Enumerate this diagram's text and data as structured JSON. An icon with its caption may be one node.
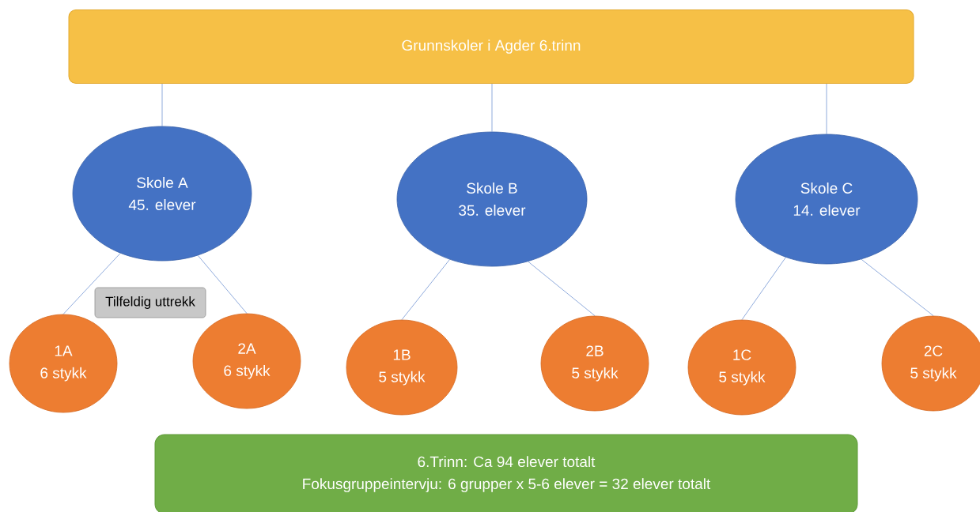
{
  "diagram": {
    "nodes": [
      {
        "text": [
          "Grunnskoler i Agder 6.trinn"
        ]
      },
      {
        "text": [
          "Skole A",
          "45. elever"
        ]
      },
      {
        "text": [
          "Skole B",
          "35. elever"
        ]
      },
      {
        "text": [
          "Skole C",
          "14. elever"
        ]
      },
      {
        "text": [
          "1A",
          "6 stykk"
        ]
      },
      {
        "text": [
          "2A",
          "6 stykk"
        ]
      },
      {
        "text": [
          "1B",
          "5 stykk"
        ]
      },
      {
        "text": [
          "2B",
          "5 stykk"
        ]
      },
      {
        "text": [
          "1C",
          "5 stykk"
        ]
      },
      {
        "text": [
          "2C",
          "5 stykk"
        ]
      },
      {
        "text": [
          "Tilfeldig uttrekk"
        ]
      },
      {
        "text": [
          "6.Trinn: Ca 94 elever totalt",
          "Fokusgruppeintervju: 6 grupper x 5-6 elever = 32 elever totalt"
        ]
      }
    ],
    "edges": [
      {
        "from": 0,
        "to": 1,
        "arrow": "none"
      },
      {
        "from": 0,
        "to": 2,
        "arrow": "none"
      },
      {
        "from": 0,
        "to": 3,
        "arrow": "none"
      },
      {
        "from": 1,
        "to": 4,
        "arrow": "none"
      },
      {
        "from": 1,
        "to": 5,
        "arrow": "none"
      },
      {
        "from": 2,
        "to": 6,
        "arrow": "none"
      },
      {
        "from": 2,
        "to": 7,
        "arrow": "none"
      },
      {
        "from": 3,
        "to": 8,
        "arrow": "none"
      },
      {
        "from": 3,
        "to": 9,
        "arrow": "none"
      }
    ]
  }
}
